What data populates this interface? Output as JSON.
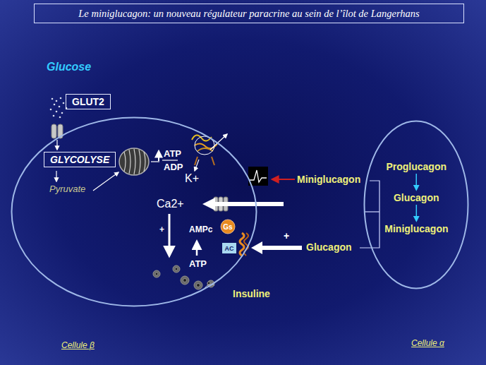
{
  "diagram": {
    "title": "Le miniglucagon: un nouveau régulateur paracrine au sein de l’îlot de Langerhans",
    "nodes": [
      {
        "text": [
          "Cellule β"
        ]
      },
      {
        "text": [
          "GLUT2"
        ]
      },
      {
        "text": [
          "GLYCOLYSE"
        ],
        "in": 0
      },
      {
        "text": [
          "Gs"
        ],
        "in": 0
      },
      {
        "text": [
          "AC"
        ],
        "in": 0
      },
      {
        "text": [
          "Cellule α"
        ]
      },
      {
        "text": [
          "Proglucagon"
        ],
        "in": 5
      },
      {
        "text": [
          "Glucagon"
        ],
        "in": 5
      },
      {
        "text": [
          "Miniglucagon"
        ],
        "in": 5
      }
    ],
    "edges": [
      {
        "from": 6,
        "to": 7,
        "arrow": "to"
      },
      {
        "from": 7,
        "to": 8,
        "arrow": "to"
      }
    ],
    "labels": [
      "Glucose",
      "Pyruvate",
      "ATP",
      "ADP",
      "K+",
      "Ca2+",
      "+",
      "AMPc",
      "ATP",
      "Insuline",
      "Miniglucagon",
      "Glucagon",
      "+"
    ]
  }
}
